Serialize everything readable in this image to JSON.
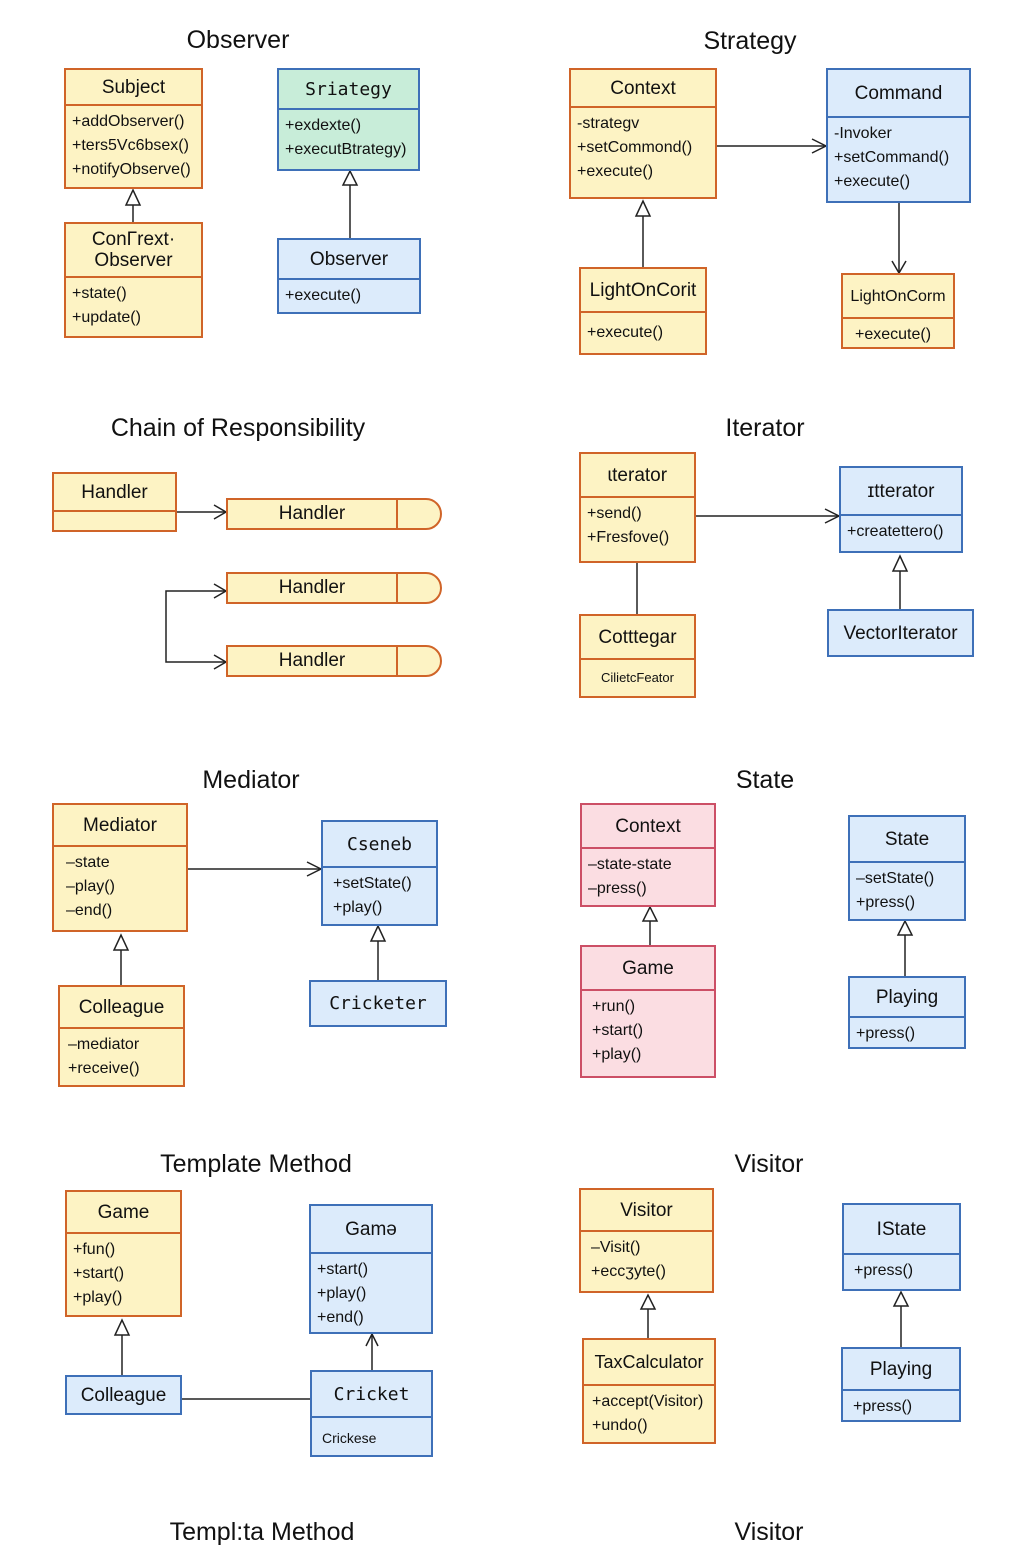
{
  "titles": {
    "observer": "Observer",
    "strategy": "Strategy",
    "chain": "Chain of Responsibility",
    "iterator": "Iterator",
    "mediator": "Mediator",
    "state": "State",
    "template": "Template Method",
    "visitor": "Visitor",
    "template_cut": "Templ:ta Method",
    "visitor_cut": "Visitor"
  },
  "observer": {
    "subject": {
      "name": "Subject",
      "members": [
        "+addObserver()",
        "+ters5Vc6bsex()",
        "+notifyObserve()"
      ]
    },
    "concrete": {
      "name1": "ConΓrext·",
      "name2": "Observer",
      "members": [
        "+state()",
        "+update()"
      ]
    },
    "sriategy": {
      "name": "Sriategy",
      "members": [
        "+exdexte()",
        "+executΒtrategy)"
      ]
    },
    "observer": {
      "name": "Observer",
      "members": [
        "+execute()"
      ]
    }
  },
  "strategy": {
    "context": {
      "name": "Context",
      "members": [
        "-strategv",
        "+setCommond()",
        "+execute()"
      ]
    },
    "command": {
      "name": "Command",
      "members": [
        "-Invoker",
        "+setCommand()",
        "+execute()"
      ]
    },
    "lightoncorit": {
      "name": "LightOnCorit",
      "members": [
        "+execute()"
      ]
    },
    "lightoncorm": {
      "name": "LightOnCorm",
      "members": [
        "+execute()"
      ]
    }
  },
  "chain": {
    "handler_left": {
      "name": "Handler"
    },
    "handler1": "Handler",
    "handler2": "Handler",
    "handler3": "Handler"
  },
  "iterator": {
    "iter1": {
      "name": "ɩterator",
      "members": [
        "+send()",
        "+Fresfove()"
      ]
    },
    "iter2": {
      "name": "ɪtterator",
      "members": [
        "+createttero()"
      ]
    },
    "cotttegar": {
      "name": "Cotttegar",
      "members": [
        "CilietcFeator"
      ]
    },
    "vector": {
      "name": "VectorIterator"
    }
  },
  "mediator": {
    "mediator": {
      "name": "Mediator",
      "members": [
        "–state",
        "–play()",
        "–end()"
      ]
    },
    "cseneb": {
      "name": "Cseneb",
      "members": [
        "+setState()",
        "+play()"
      ]
    },
    "colleague": {
      "name": "Colleague",
      "members": [
        "–mediator",
        "+receive()"
      ]
    },
    "cricketer": {
      "name": "Cricketer"
    }
  },
  "state": {
    "context": {
      "name": "Context",
      "members": [
        "–state-state",
        "–press()"
      ]
    },
    "state": {
      "name": "State",
      "members": [
        "–setState()",
        "+press()"
      ]
    },
    "game": {
      "name": "Game",
      "members": [
        "+run()",
        "+start()",
        "+play()"
      ]
    },
    "playing": {
      "name": "Playing",
      "members": [
        "+press()"
      ]
    }
  },
  "template": {
    "game": {
      "name": "Game",
      "members": [
        "+fun()",
        "+start()",
        "+play()"
      ]
    },
    "game2": {
      "name": "Gamə",
      "members": [
        "+start()",
        "+play()",
        "+end()"
      ]
    },
    "colleague": {
      "name": "Colleague"
    },
    "cricket": {
      "name": "Cricket",
      "members": [
        "Crickese"
      ]
    }
  },
  "visitor": {
    "visitor": {
      "name": "Visitor",
      "members": [
        "–Visit()",
        "+eccʒyte()"
      ]
    },
    "istate": {
      "name": "IState",
      "members": [
        "+press()"
      ]
    },
    "tax": {
      "name": "TaxCalculator",
      "members": [
        "+accept(Visitor)",
        "+undo()"
      ]
    },
    "playing": {
      "name": "Playing",
      "members": [
        "+press()"
      ]
    }
  },
  "colors": {
    "yellow_fill": "#fdf3c4",
    "yellow_border": "#d06428",
    "blue_fill": "#dcebfb",
    "blue_border": "#3e70b8",
    "pink_fill": "#fbdde2",
    "pink_border": "#cc4f66",
    "green_fill": "#c8edd9"
  }
}
